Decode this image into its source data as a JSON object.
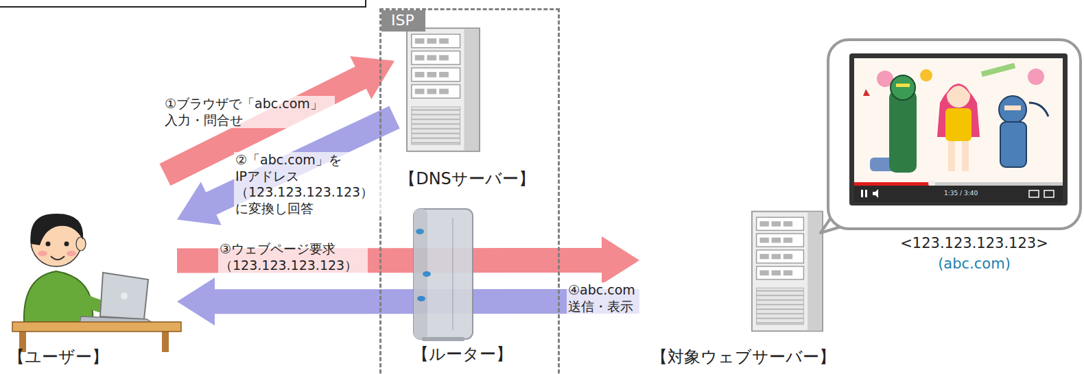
{
  "diagram": {
    "nodes": [
      {
        "text": [
          "【ユーザー】"
        ]
      },
      {
        "text": [
          "ISP"
        ]
      },
      {
        "text": [
          "【DNSサーバー】"
        ],
        "in": 1
      },
      {
        "text": [
          "【ルーター】"
        ],
        "in": 1
      },
      {
        "text": [
          "【対象ウェブサーバー】"
        ]
      }
    ],
    "edges": [
      {
        "from": 0,
        "to": 2,
        "arrow": "to",
        "label": "①ブラウザで「abc.com」 入力・問合せ"
      },
      {
        "from": 2,
        "to": 0,
        "arrow": "to",
        "label": "②「abc.com」を IPアドレス （123.123.123.123） に変換し回答"
      },
      {
        "from": 0,
        "to": 4,
        "arrow": "to",
        "label": "③ウェブページ要求 （123.123.123.123）"
      },
      {
        "from": 4,
        "to": 0,
        "arrow": "to",
        "label": "④abc.com 送信・表示"
      }
    ],
    "labels": [
      "<123.123.123.123>",
      "(abc.com)",
      "1:35 / 3:40"
    ]
  }
}
